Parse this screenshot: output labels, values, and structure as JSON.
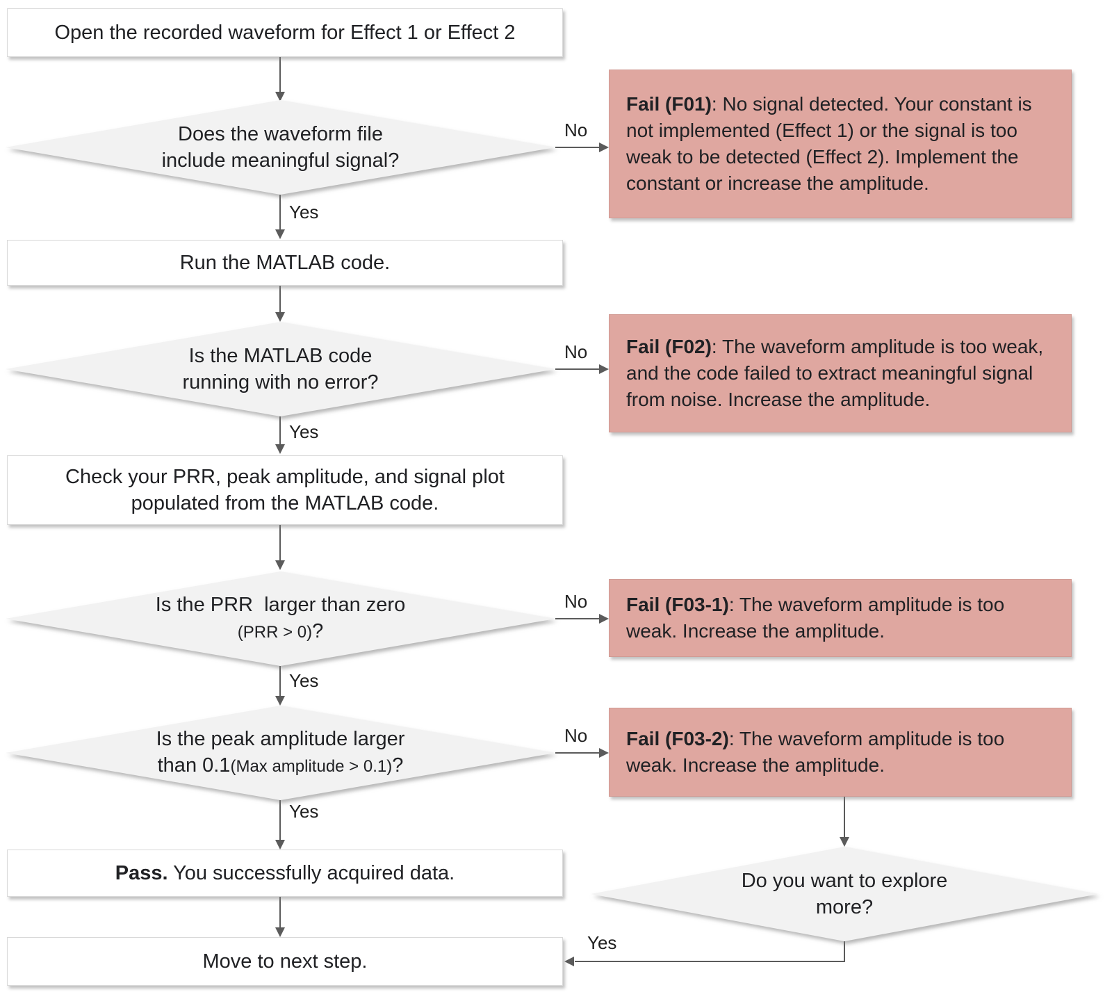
{
  "flowchart": {
    "labels": {
      "yes": "Yes",
      "no": "No"
    },
    "colors": {
      "fail_bg": "#dfa7a0",
      "diamond_bg": "#f2f2f2",
      "box_bg": "#ffffff",
      "arrow": "#5b5b5b",
      "text": "#202124"
    },
    "nodes": {
      "start": {
        "label": "Open the recorded waveform for Effect 1 or Effect 2"
      },
      "d1": {
        "line1": "Does the waveform file",
        "line2": "include meaningful signal?"
      },
      "f01": {
        "title": "Fail (F01)",
        "body": ": No signal detected. Your constant is not implemented (Effect 1) or the signal is too weak to be detected (Effect 2). Implement the constant or increase the amplitude."
      },
      "run": {
        "label": "Run the MATLAB code."
      },
      "d2": {
        "line1": "Is the MATLAB code",
        "line2": "running with no error?"
      },
      "f02": {
        "title": "Fail (F02)",
        "body": ": The waveform amplitude is too weak, and the code failed to extract meaningful signal from noise. Increase the amplitude."
      },
      "check": {
        "line1": "Check your PRR, peak amplitude, and signal plot",
        "line2": "populated from the MATLAB code."
      },
      "d3": {
        "line1": "Is the PRR  larger than zero",
        "cond": "(PRR > 0)",
        "suffix": "?"
      },
      "f031": {
        "title": "Fail (F03-1)",
        "body": ": The waveform amplitude is too weak. Increase the amplitude."
      },
      "d4": {
        "line1": "Is the peak amplitude larger",
        "line2_prefix": "than 0.1",
        "cond": "(Max amplitude > 0.1)",
        "suffix": "?"
      },
      "f032": {
        "title": "Fail (F03-2)",
        "body": ": The waveform amplitude is too weak. Increase the amplitude."
      },
      "pass": {
        "title": "Pass.",
        "body": " You successfully acquired data."
      },
      "d5": {
        "line1": "Do you want to explore",
        "line2": "more?"
      },
      "move": {
        "label": "Move to next step."
      }
    }
  }
}
